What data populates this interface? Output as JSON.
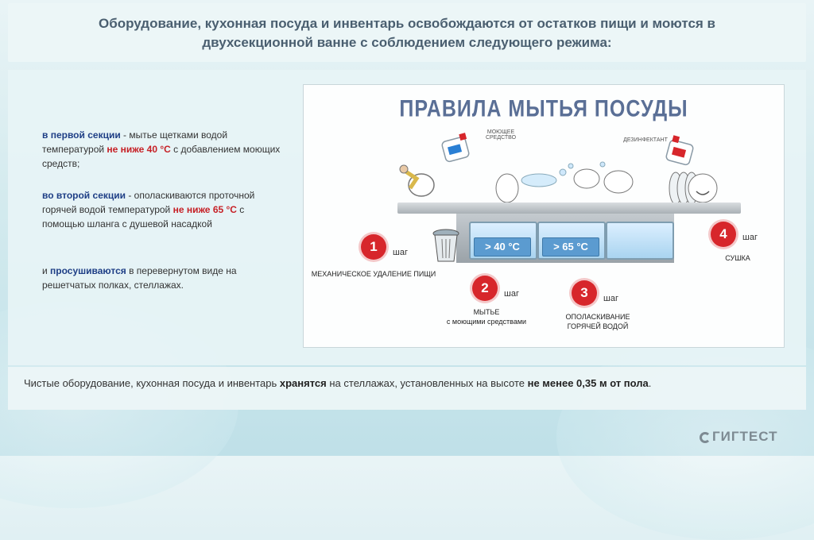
{
  "header": {
    "title_line1": "Оборудование, кухонная посуда и инвентарь освобождаются от остатков пищи и моются в",
    "title_line2": "двухсекционной ванне с соблюдением следующего режима:"
  },
  "left": {
    "p1": {
      "hl": "в первой секции",
      "t1": " - мытье щетками водой температурой ",
      "red": "не ниже 40 °С",
      "t2": " с добавлением моющих средств;"
    },
    "p2": {
      "hl": "во второй секции",
      "t1": " - ополаскиваются проточной горячей водой температурой ",
      "red": "не ниже 65 °С",
      "t2": " с помощью шланга с душевой насадкой"
    },
    "p3": {
      "t0": "и ",
      "hl": "просушиваются",
      "t1": " в перевернутом виде на решетчатых полках, стеллажах."
    }
  },
  "figure": {
    "title": "ПРАВИЛА МЫТЬЯ ПОСУДЫ",
    "label_detergent": "МОЮЩЕЕ СРЕДСТВО",
    "label_disinfectant": "ДЕЗИНФЕКТАНТ",
    "temp1": "> 40 °С",
    "temp2": "> 65 °С",
    "step_word": "шаг",
    "steps": [
      {
        "num": "1",
        "caption": "МЕХАНИЧЕСКОЕ УДАЛЕНИЕ ПИЩИ"
      },
      {
        "num": "2",
        "caption1": "МЫТЬЕ",
        "caption2": "с моющими средствами"
      },
      {
        "num": "3",
        "caption1": "ОПОЛАСКИВАНИЕ",
        "caption2": "ГОРЯЧЕЙ ВОДОЙ"
      },
      {
        "num": "4",
        "caption": "СУШКА"
      }
    ],
    "colors": {
      "step": "#d7262b",
      "temp": "#5b9bd0",
      "title": "#5a6f96"
    }
  },
  "footer": {
    "t1": "Чистые оборудование, кухонная посуда и инвентарь ",
    "b1": "хранятся",
    "t2": " на стеллажах, установленных на высоте ",
    "b2": "не менее 0,35 м от пола",
    "t3": "."
  },
  "logo": "ГИГТЕСТ"
}
